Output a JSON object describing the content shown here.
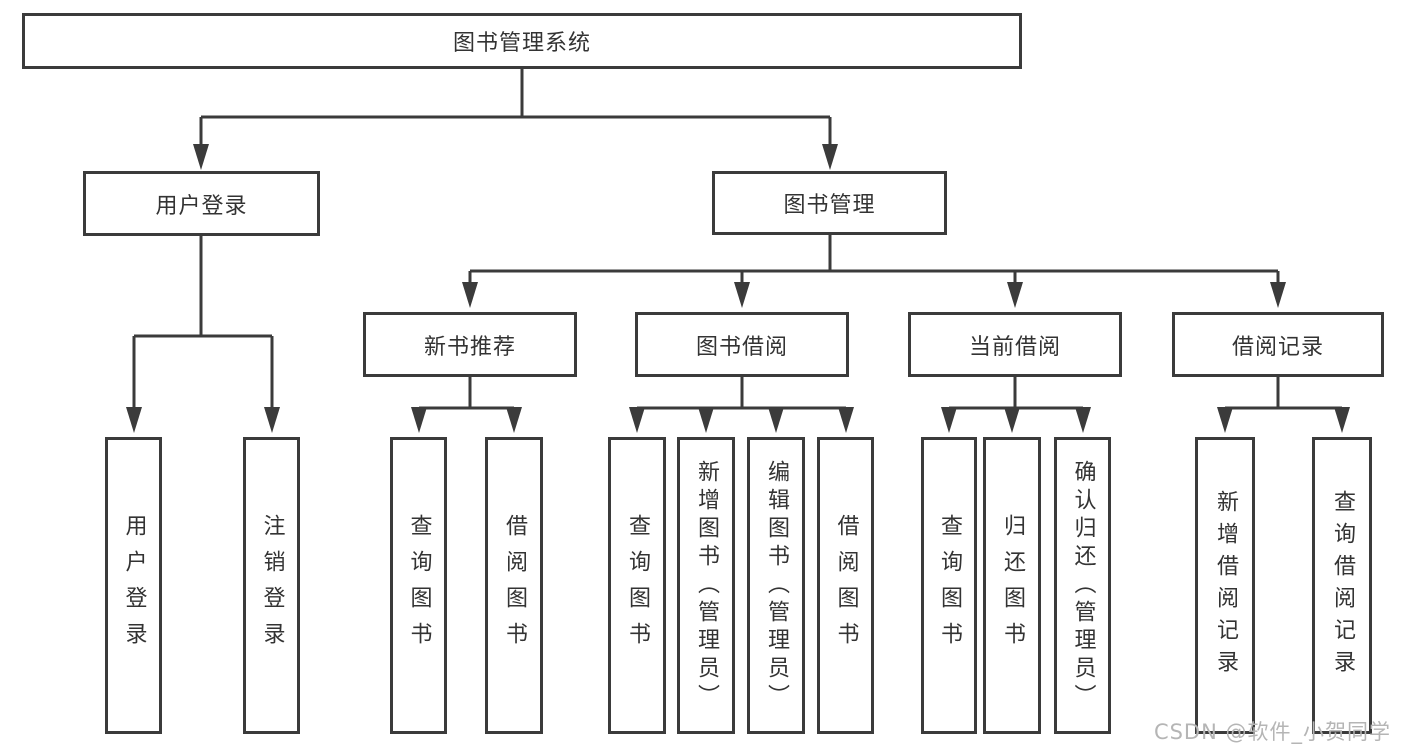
{
  "diagram": {
    "root": {
      "label": "图书管理系统"
    },
    "level2": [
      {
        "label": "用户登录"
      },
      {
        "label": "图书管理"
      }
    ],
    "level3": [
      {
        "label": "新书推荐"
      },
      {
        "label": "图书借阅"
      },
      {
        "label": "当前借阅"
      },
      {
        "label": "借阅记录"
      }
    ],
    "leaves": [
      {
        "label": "用户登录",
        "parent": "用户登录"
      },
      {
        "label": "注销登录",
        "parent": "用户登录"
      },
      {
        "label": "查询图书",
        "parent": "新书推荐"
      },
      {
        "label": "借阅图书",
        "parent": "新书推荐"
      },
      {
        "label": "查询图书",
        "parent": "图书借阅"
      },
      {
        "label": "新增图书（管理员）",
        "parent": "图书借阅"
      },
      {
        "label": "编辑图书（管理员）",
        "parent": "图书借阅"
      },
      {
        "label": "借阅图书",
        "parent": "图书借阅"
      },
      {
        "label": "查询图书",
        "parent": "当前借阅"
      },
      {
        "label": "归还图书",
        "parent": "当前借阅"
      },
      {
        "label": "确认归还（管理员）",
        "parent": "当前借阅"
      },
      {
        "label": "新增借阅记录",
        "parent": "借阅记录"
      },
      {
        "label": "查询借阅记录",
        "parent": "借阅记录"
      }
    ],
    "watermark": "CSDN @软件_小贺同学",
    "colors": {
      "line": "#3b3b3b",
      "box_border": "#3b3b3b",
      "text": "#333333",
      "watermark": "#b5b5b5",
      "background": "#ffffff"
    }
  }
}
